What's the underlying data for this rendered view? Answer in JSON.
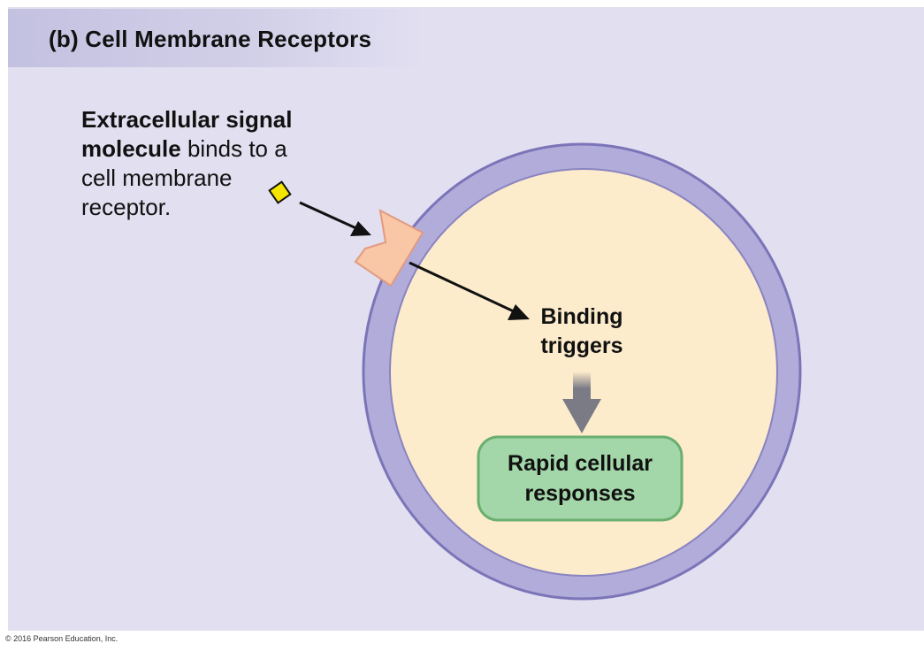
{
  "title": "(b) Cell Membrane Receptors",
  "signal_label": {
    "bold_line1": "Extracellular signal",
    "bold_line2": "molecule",
    "rest_line2": " binds to a",
    "line3": "cell membrane",
    "line4": "receptor."
  },
  "binding_label": {
    "line1": "Binding",
    "line2": "triggers"
  },
  "response_label": {
    "line1": "Rapid cellular",
    "line2": "responses"
  },
  "copyright": "© 2016 Pearson Education, Inc.",
  "colors": {
    "background": "#e1dff0",
    "membrane": "#b1acd9",
    "membrane_stroke": "#7b74b8",
    "cytoplasm": "#fdeccc",
    "receptor": "#f9c6a6",
    "receptor_stroke": "#e29a80",
    "ligand": "#f4e600",
    "response_box": "#a3d6a9",
    "response_stroke": "#6aaf6f",
    "arrow_gray": "#7b7b86"
  }
}
